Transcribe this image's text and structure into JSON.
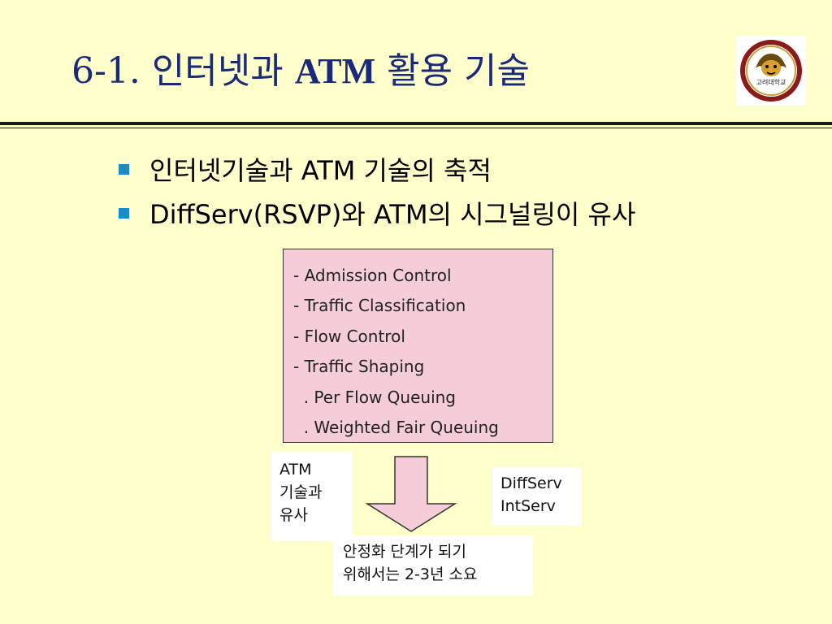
{
  "slide": {
    "title_prefix": "6-1. 인터넷과 ",
    "title_atm": "ATM",
    "title_suffix": " 활용 기술",
    "logo_text": "고려대학교",
    "bullets": [
      "인터넷기술과 ATM 기술의 축적",
      "DiffServ(RSVP)와 ATM의 시그널링이 유사"
    ],
    "pink_box_lines": [
      "- Admission Control",
      "- Traffic Classification",
      "- Flow Control",
      "- Traffic Shaping",
      "  . Per Flow Queuing",
      "  . Weighted Fair Queuing"
    ],
    "note_atm": [
      "ATM",
      "기술과",
      "유사"
    ],
    "note_diffserv": [
      "DiffServ",
      "IntServ"
    ],
    "note_stabilize": [
      "안정화 단계가 되기",
      "위해서는 2-3년 소요"
    ]
  },
  "colors": {
    "background": "#ffffcc",
    "title": "#1a2a7a",
    "bullet": "#1a8acb",
    "pink_box": "#f5cdd9"
  }
}
